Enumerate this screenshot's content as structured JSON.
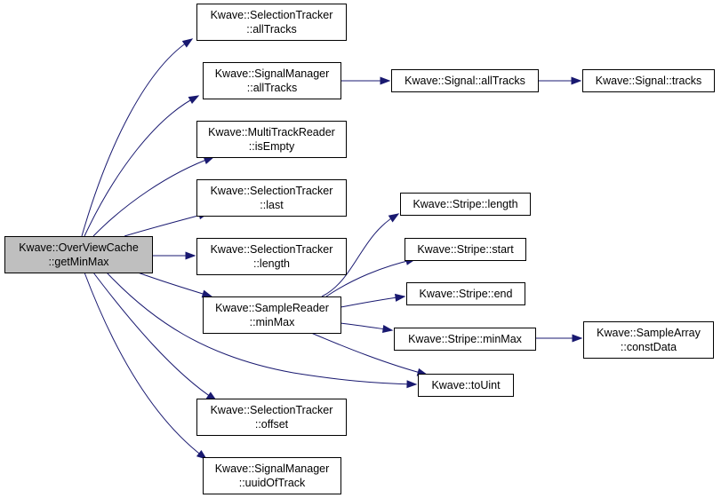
{
  "colors": {
    "edge": "#191970",
    "node_fill": "#ffffff",
    "root_fill": "#bfbfbf",
    "node_border": "#000000"
  },
  "nodes": [
    {
      "id": "overview",
      "lines": [
        "Kwave::OverViewCache",
        "::getMinMax"
      ],
      "root": true
    },
    {
      "id": "sel-alltracks",
      "lines": [
        "Kwave::SelectionTracker",
        "::allTracks"
      ]
    },
    {
      "id": "sigmgr-alltracks",
      "lines": [
        "Kwave::SignalManager",
        "::allTracks"
      ]
    },
    {
      "id": "signal-alltracks",
      "lines": [
        "Kwave::Signal::allTracks"
      ]
    },
    {
      "id": "signal-tracks",
      "lines": [
        "Kwave::Signal::tracks"
      ]
    },
    {
      "id": "mtr-isempty",
      "lines": [
        "Kwave::MultiTrackReader",
        "::isEmpty"
      ]
    },
    {
      "id": "sel-last",
      "lines": [
        "Kwave::SelectionTracker",
        "::last"
      ]
    },
    {
      "id": "sel-length",
      "lines": [
        "Kwave::SelectionTracker",
        "::length"
      ]
    },
    {
      "id": "samplereader-minmax",
      "lines": [
        "Kwave::SampleReader",
        "::minMax"
      ]
    },
    {
      "id": "stripe-length",
      "lines": [
        "Kwave::Stripe::length"
      ]
    },
    {
      "id": "stripe-start",
      "lines": [
        "Kwave::Stripe::start"
      ]
    },
    {
      "id": "stripe-end",
      "lines": [
        "Kwave::Stripe::end"
      ]
    },
    {
      "id": "stripe-minmax",
      "lines": [
        "Kwave::Stripe::minMax"
      ]
    },
    {
      "id": "samplearray-constdata",
      "lines": [
        "Kwave::SampleArray",
        "::constData"
      ]
    },
    {
      "id": "touint",
      "lines": [
        "Kwave::toUint"
      ]
    },
    {
      "id": "sel-offset",
      "lines": [
        "Kwave::SelectionTracker",
        "::offset"
      ]
    },
    {
      "id": "sigmgr-uuid",
      "lines": [
        "Kwave::SignalManager",
        "::uuidOfTrack"
      ]
    }
  ],
  "edges": [
    {
      "from": "overview",
      "to": "sel-alltracks"
    },
    {
      "from": "overview",
      "to": "sigmgr-alltracks"
    },
    {
      "from": "overview",
      "to": "mtr-isempty"
    },
    {
      "from": "overview",
      "to": "sel-last"
    },
    {
      "from": "overview",
      "to": "sel-length"
    },
    {
      "from": "overview",
      "to": "samplereader-minmax"
    },
    {
      "from": "overview",
      "to": "touint"
    },
    {
      "from": "overview",
      "to": "sel-offset"
    },
    {
      "from": "overview",
      "to": "sigmgr-uuid"
    },
    {
      "from": "sigmgr-alltracks",
      "to": "signal-alltracks"
    },
    {
      "from": "signal-alltracks",
      "to": "signal-tracks"
    },
    {
      "from": "samplereader-minmax",
      "to": "stripe-length"
    },
    {
      "from": "samplereader-minmax",
      "to": "stripe-start"
    },
    {
      "from": "samplereader-minmax",
      "to": "stripe-end"
    },
    {
      "from": "samplereader-minmax",
      "to": "stripe-minmax"
    },
    {
      "from": "samplereader-minmax",
      "to": "touint"
    },
    {
      "from": "stripe-minmax",
      "to": "samplearray-constdata"
    }
  ]
}
